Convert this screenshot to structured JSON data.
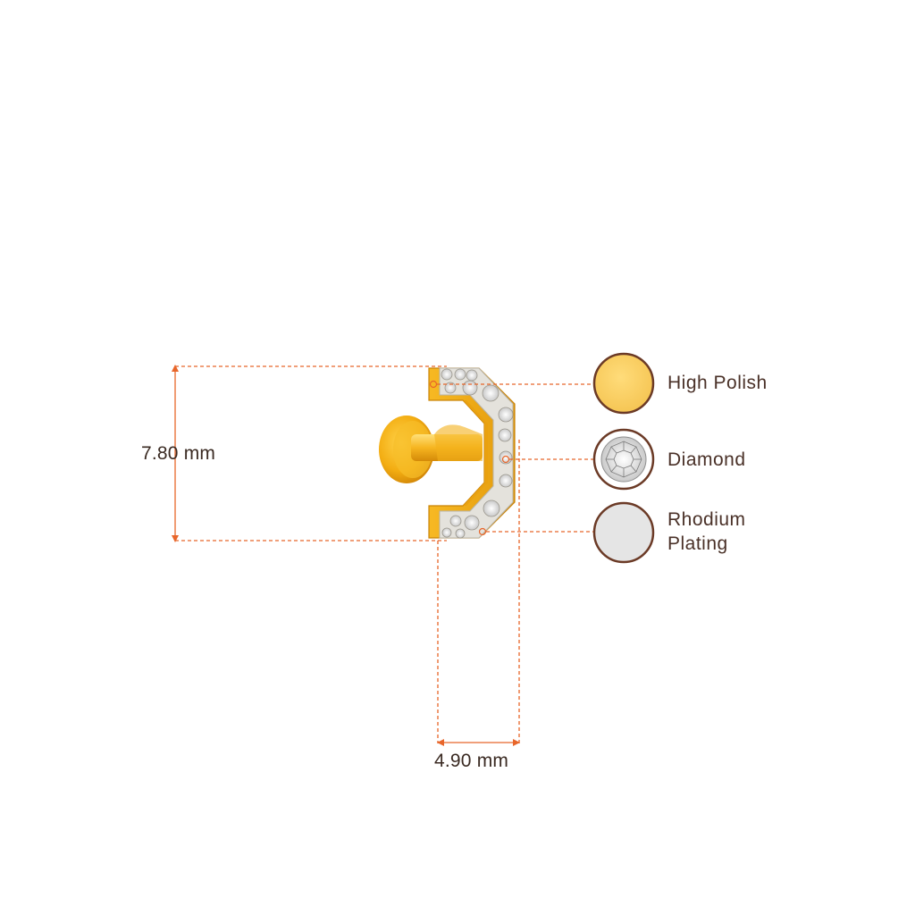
{
  "dimensions": {
    "height_label": "7.80 mm",
    "width_label": "4.90 mm"
  },
  "legend": [
    {
      "label": "High Polish",
      "swatch": "gold-swatch",
      "color": "#f8cf62"
    },
    {
      "label": "Diamond",
      "swatch": "diamond-swatch",
      "color": "#e8e8e8"
    },
    {
      "label": "Rhodium Plating",
      "swatch": "rhodium-swatch",
      "color": "#e6e6e6"
    }
  ],
  "colors": {
    "dimension_line": "#e8662a",
    "swatch_border": "#6b3a26",
    "gold": "#f5b31a",
    "gold_dark": "#d88a06",
    "text": "#3a2a22"
  }
}
